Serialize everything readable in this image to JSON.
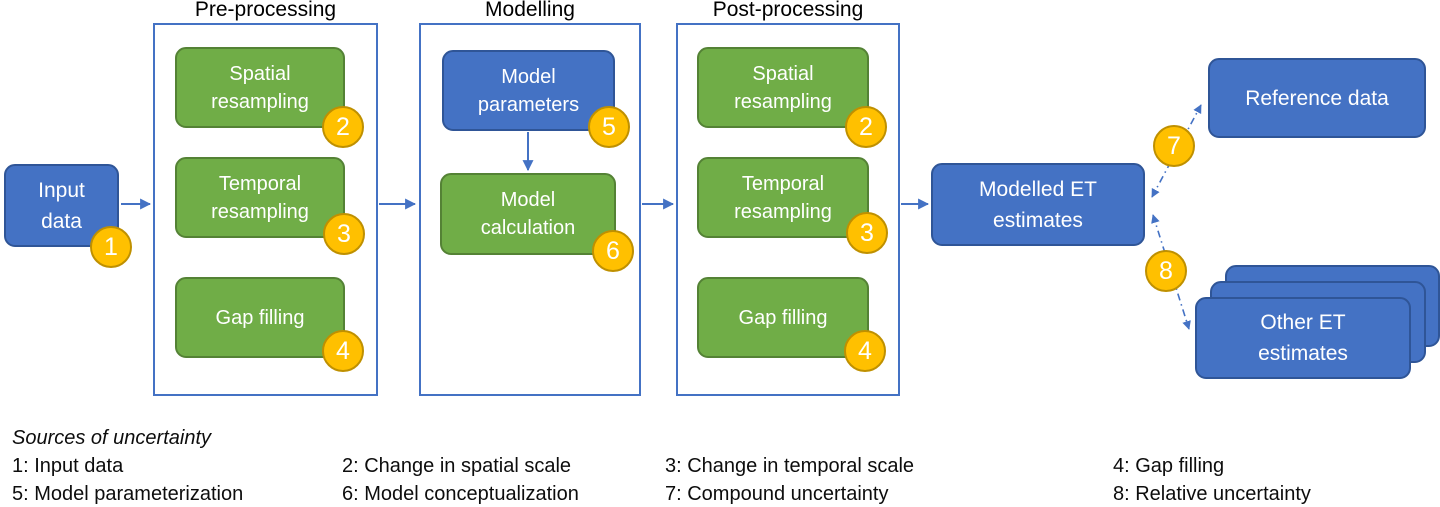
{
  "colors": {
    "blue_fill": "#4472C4",
    "blue_border": "#2F5597",
    "green_fill": "#70AD47",
    "green_border": "#548235",
    "gold_fill": "#FFC000",
    "gold_border": "#BF9000",
    "connector_blue": "#4472C4",
    "text_white": "#FFFFFF",
    "text_black": "#000000"
  },
  "flow": {
    "input": {
      "label": "Input\ndata",
      "badge": "1"
    },
    "sections": [
      {
        "title": "Pre-processing",
        "boxes": [
          {
            "label": "Spatial\nresampling",
            "badge": "2"
          },
          {
            "label": "Temporal\nresampling",
            "badge": "3"
          },
          {
            "label": "Gap filling",
            "badge": "4"
          }
        ]
      },
      {
        "title": "Modelling",
        "boxes": [
          {
            "label": "Model\nparameters",
            "badge": "5"
          },
          {
            "label": "Model\ncalculation",
            "badge": "6"
          }
        ]
      },
      {
        "title": "Post-processing",
        "boxes": [
          {
            "label": "Spatial\nresampling",
            "badge": "2"
          },
          {
            "label": "Temporal\nresampling",
            "badge": "3"
          },
          {
            "label": "Gap filling",
            "badge": "4"
          }
        ]
      }
    ],
    "output": {
      "label": "Modelled ET\nestimates"
    },
    "comparisons": [
      {
        "label": "Reference data",
        "badge": "7"
      },
      {
        "label": "Other ET\nestimates",
        "badge": "8"
      }
    ]
  },
  "legend": {
    "title": "Sources of uncertainty",
    "rows": [
      [
        "1: Input data",
        "2: Change in spatial scale",
        "3: Change in temporal scale",
        "4: Gap filling"
      ],
      [
        "5: Model parameterization",
        "6: Model conceptualization",
        "7: Compound uncertainty",
        "8: Relative uncertainty"
      ]
    ]
  }
}
